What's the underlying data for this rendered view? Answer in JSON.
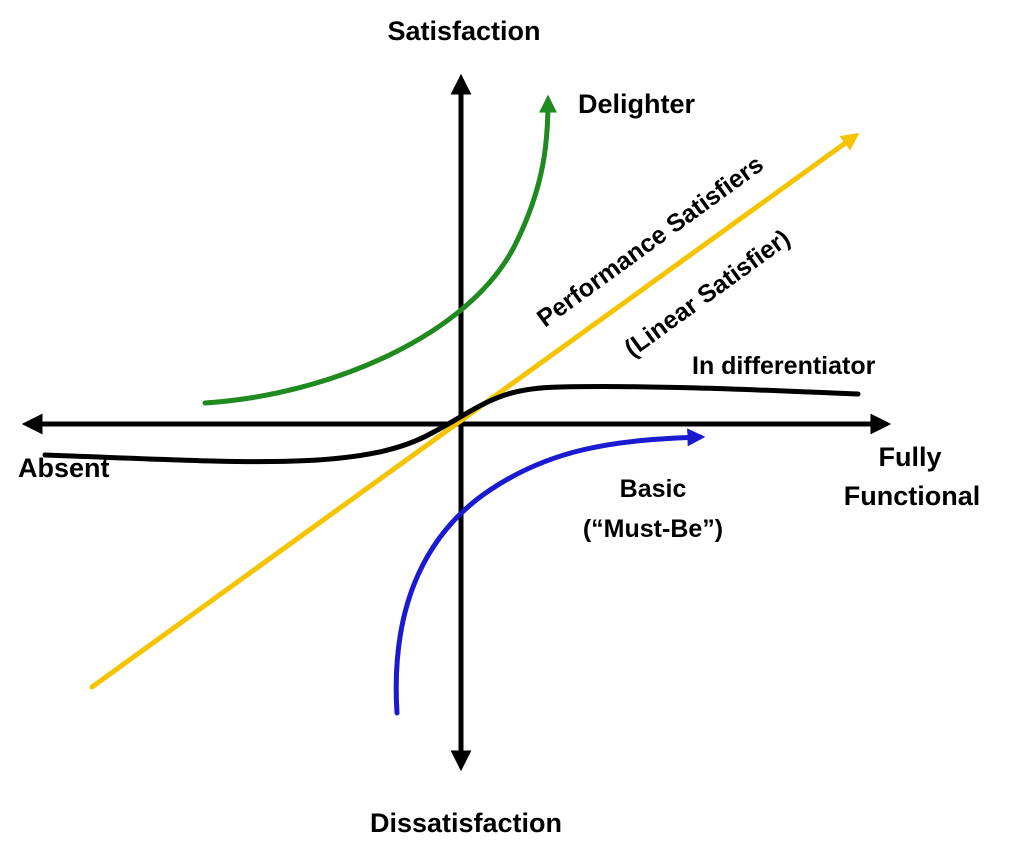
{
  "axes": {
    "y_top_label": "Satisfaction",
    "y_bottom_label": "Dissatisfaction",
    "x_left_label": "Absent",
    "x_right_label_line1": "Fully",
    "x_right_label_line2": "Functional"
  },
  "curves": {
    "delighter": {
      "label": "Delighter",
      "color": "#1f8a1f"
    },
    "performance": {
      "label_line1": "Performance Satisfiers",
      "label_line2": "(Linear Satisfier)",
      "color": "#f5c400"
    },
    "indifferent": {
      "label": "In differentiator",
      "color": "#000000"
    },
    "basic": {
      "label_line1": "Basic",
      "label_line2": "(“Must-Be”)",
      "color": "#1a1ad0"
    }
  },
  "colors": {
    "axis": "#000000",
    "background": "#ffffff"
  }
}
